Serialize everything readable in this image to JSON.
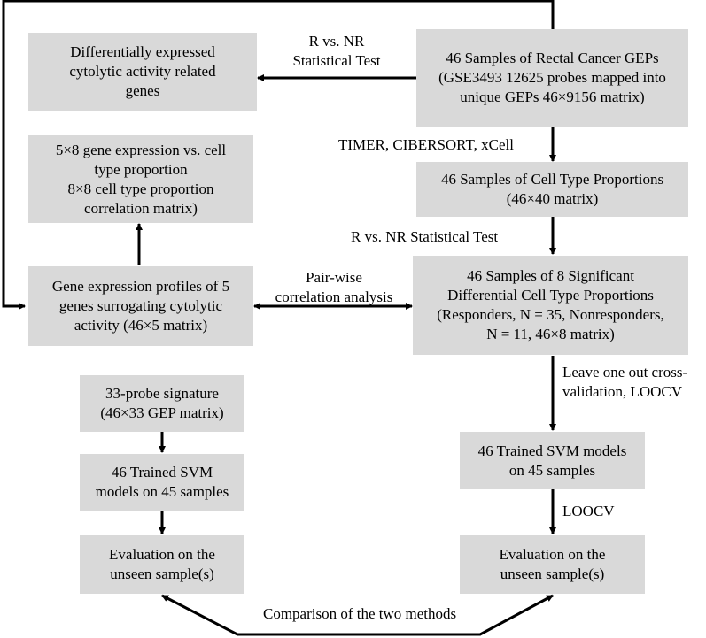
{
  "boxes": {
    "source": "46 Samples of Rectal Cancer GEPs\n(GSE3493 12625 probes mapped into\nunique GEPs 46×9156 matrix)",
    "de_genes": "Differentially expressed\ncytolytic activity related\ngenes",
    "corr_matrix": "5×8 gene expression vs. cell\ntype proportion\n8×8 cell type proportion\ncorrelation matrix)",
    "cell_prop": "46 Samples of Cell Type Proportions\n(46×40 matrix)",
    "gene_profiles": "Gene expression profiles of 5\ngenes surrogating cytolytic\nactivity (46×5 matrix)",
    "sig_cells": "46 Samples of 8 Significant\nDifferential Cell Type Proportions\n(Responders, N = 35, Nonresponders,\nN = 11, 46×8 matrix)",
    "probe_sig": "33-probe signature\n(46×33 GEP matrix)",
    "svm_left": "46 Trained SVM\nmodels on 45 samples",
    "svm_right": "46 Trained SVM models\non 45 samples",
    "eval_left": "Evaluation on the\nunseen sample(s)",
    "eval_right": "Evaluation on the\nunseen sample(s)"
  },
  "labels": {
    "r_vs_nr_top": "R vs. NR\nStatistical Test",
    "deconv": "TIMER,  CIBERSORT,  xCell",
    "r_vs_nr_mid": "R vs. NR Statistical Test",
    "pairwise": "Pair-wise\ncorrelation analysis",
    "loocv_long": "Leave one out cross-\nvalidation, LOOCV",
    "loocv": "LOOCV",
    "comparison": "Comparison of the two methods"
  }
}
